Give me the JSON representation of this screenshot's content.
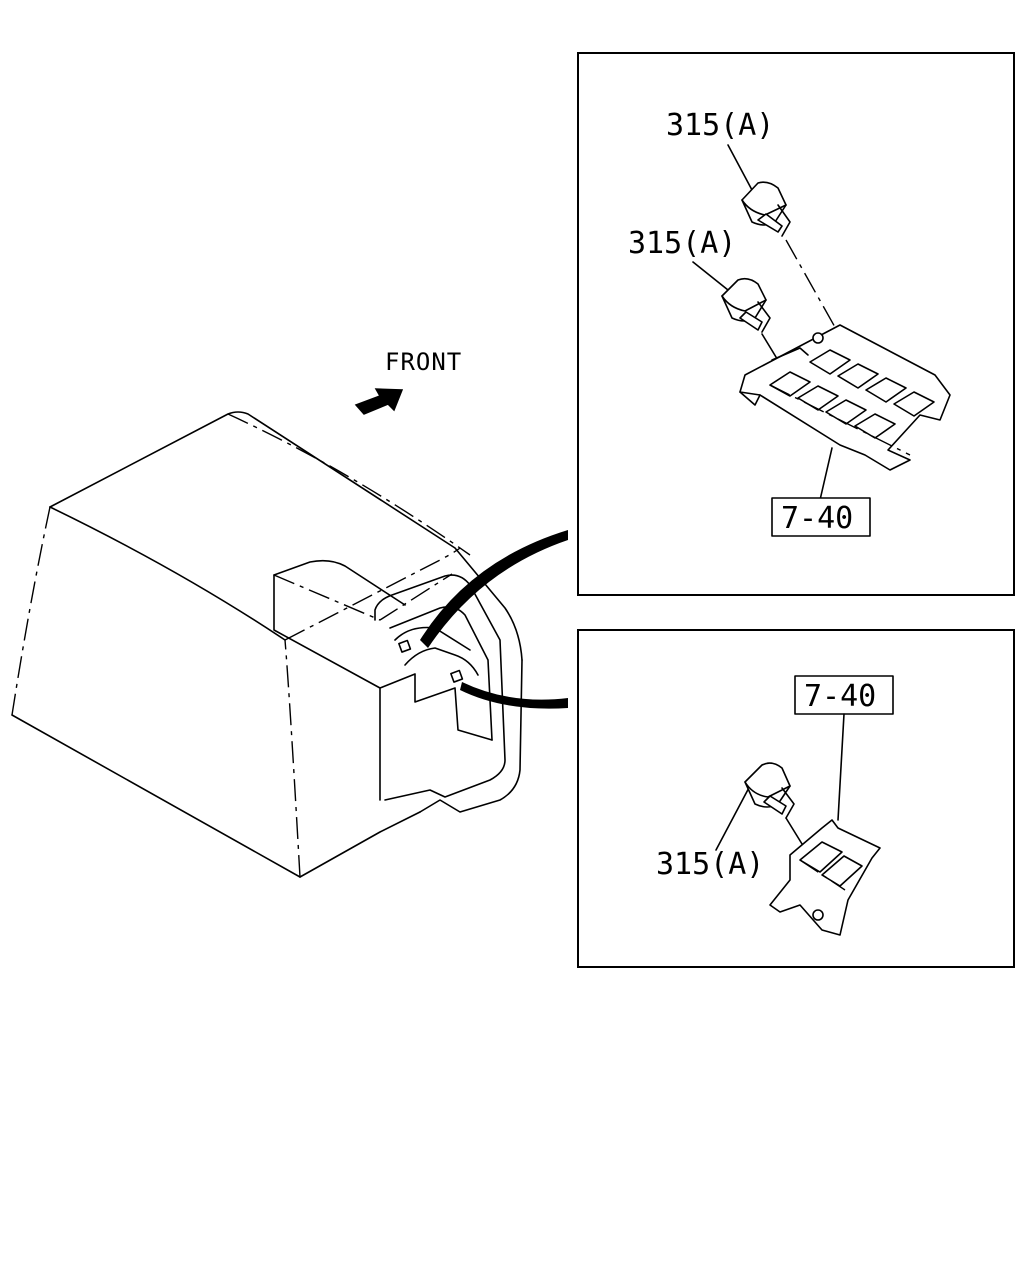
{
  "front_label": "FRONT",
  "detail_top": {
    "callout_a1": "315(A)",
    "callout_a2": "315(A)",
    "callout_ref": "7-40"
  },
  "detail_bottom": {
    "callout_ref": "7-40",
    "callout_a": "315(A)"
  }
}
